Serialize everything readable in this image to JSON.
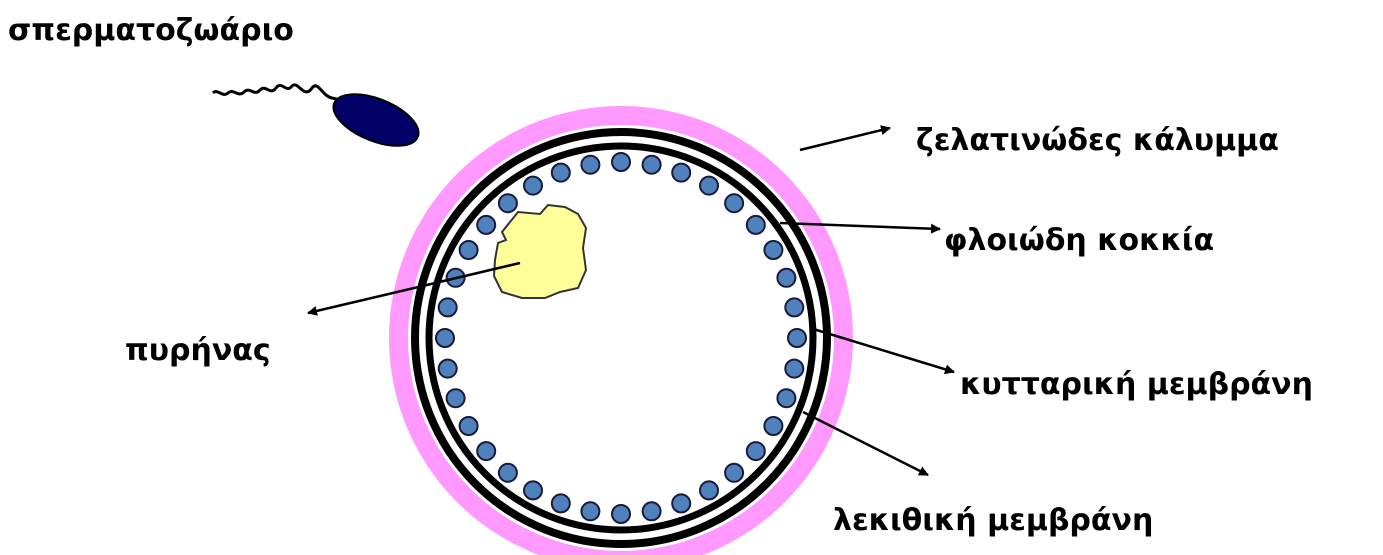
{
  "labels": {
    "sperm": "σπερματοζωάριο",
    "jelly_coat": "ζελατινώδες κάλυμμα",
    "cortical_granules": "φλοιώδη κοκκία",
    "nucleus": "πυρήνας",
    "cell_membrane": "κυτταρική μεμβράνη",
    "vitelline_membrane": "λεκιθική μεμβράνη"
  },
  "colors": {
    "jelly_coat": "#ff99ff",
    "membrane": "#000000",
    "cortical_granule_fill": "#4f81bd",
    "cortical_granule_stroke": "#1a1a3a",
    "nucleus_fill": "#ffff99",
    "nucleus_stroke": "#333333",
    "sperm_head": "#000066",
    "text": "#000000"
  },
  "cortical_granule_count": 36
}
